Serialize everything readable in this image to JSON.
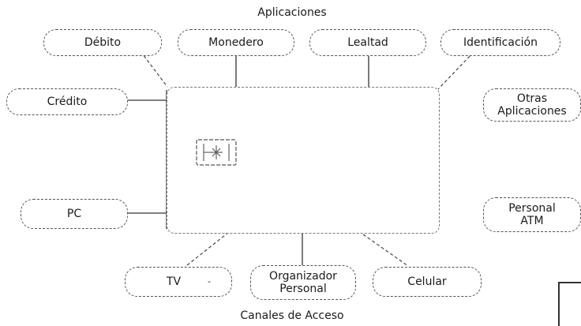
{
  "titles": {
    "top": "Aplicaciones",
    "bottom": "Canales de Acceso"
  },
  "applications": {
    "debito": "Débito",
    "monedero": "Monedero",
    "lealtad": "Lealtad",
    "identificacion": "Identificación",
    "credito": "Crédito",
    "otras": "Otras\nAplicaciones"
  },
  "channels": {
    "pc": "PC",
    "personal_atm": "Personal\nATM",
    "tv": "TV",
    "tv_mark": "-",
    "organizador": "Organizador\nPersonal",
    "celular": "Celular"
  },
  "center": {
    "icon": "smart-card-chip-icon"
  }
}
